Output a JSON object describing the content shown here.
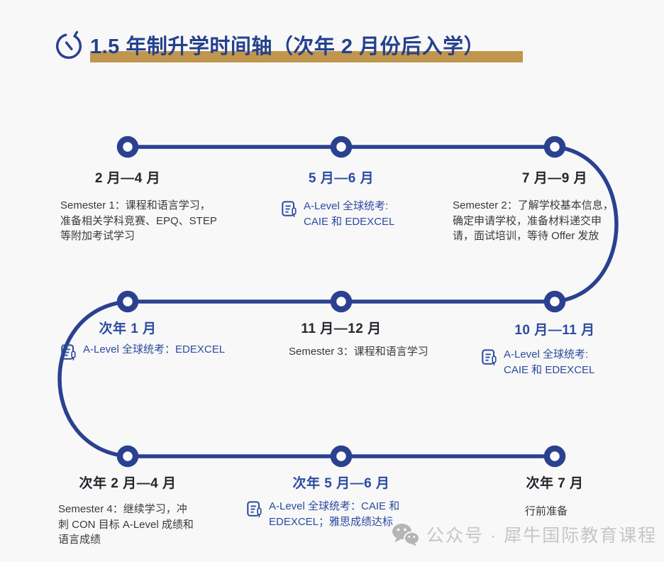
{
  "meta": {
    "background_color": "#F8F8F8",
    "line_color": "#2A4190",
    "accent_gold": "#C0964E",
    "dark_text_color": "#25262E",
    "blue_text_color": "#2C4BA0",
    "watermark_color": "#C6C6C6"
  },
  "header": {
    "title": "1.5 年制升学时间轴（次年 2 月份后入学）",
    "icon": "clock-icon"
  },
  "timeline": {
    "items": [
      {
        "date": "2 月—4 月",
        "kind": "semester",
        "lines": [
          "Semester 1：课程和语言学习，",
          "准备相关学科竞赛、EPQ、STEP",
          "等附加考试学习"
        ]
      },
      {
        "date": "5 月—6 月",
        "kind": "exam",
        "icon": "exam-paper-icon",
        "lines": [
          "A-Level 全球统考:",
          "CAIE 和 EDEXCEL"
        ]
      },
      {
        "date": "7 月—9 月",
        "kind": "semester",
        "lines": [
          "Semester 2：了解学校基本信息，",
          "确定申请学校，准备材料递交申",
          "请，面试培训，等待 Offer 发放"
        ]
      },
      {
        "date": "10 月—11 月",
        "kind": "exam",
        "icon": "exam-paper-icon",
        "lines": [
          "A-Level 全球统考:",
          "CAIE 和 EDEXCEL"
        ]
      },
      {
        "date": "11 月—12 月",
        "kind": "semester",
        "lines": [
          "Semester 3：课程和语言学习"
        ]
      },
      {
        "date": "次年 1 月",
        "kind": "exam",
        "icon": "exam-paper-icon",
        "lines": [
          "A-Level 全球统考：EDEXCEL"
        ]
      },
      {
        "date": "次年 2 月—4 月",
        "kind": "semester",
        "lines": [
          "Semester 4：继续学习，冲",
          "刺 CON 目标 A-Level 成绩和",
          "语言成绩"
        ]
      },
      {
        "date": "次年 5 月—6 月",
        "kind": "exam",
        "icon": "exam-paper-icon",
        "lines": [
          "A-Level 全球统考：CAIE 和",
          "EDEXCEL；雅思成绩达标"
        ]
      },
      {
        "date": "次年 7 月",
        "kind": "semester",
        "lines": [
          "行前准备"
        ]
      }
    ]
  },
  "watermark": {
    "text": "公众号 · 犀牛国际教育课程",
    "icon": "wechat-icon"
  }
}
